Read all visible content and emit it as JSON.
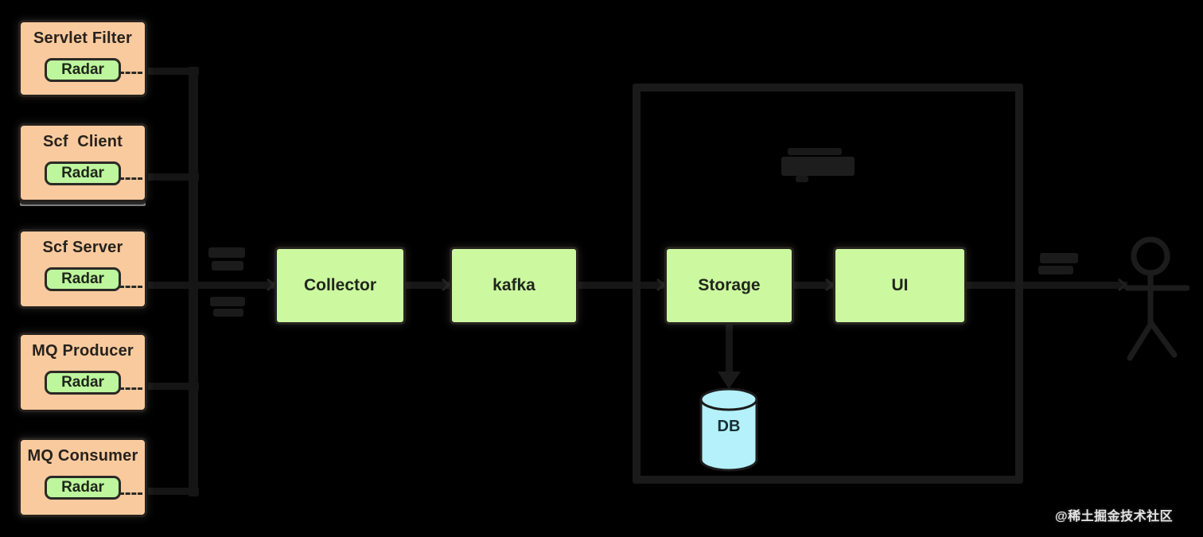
{
  "diagram": {
    "agents": [
      {
        "title": "Servlet Filter",
        "badge": "Radar"
      },
      {
        "title": "Scf  Client",
        "badge": "Radar"
      },
      {
        "title": "Scf Server",
        "badge": "Radar"
      },
      {
        "title": "MQ Producer",
        "badge": "Radar"
      },
      {
        "title": "MQ Consumer",
        "badge": "Radar"
      }
    ],
    "pipeline": {
      "collector_label": "Collector",
      "kafka_label": "kafka"
    },
    "platform": {
      "storage_label": "Storage",
      "ui_label": "UI",
      "db_label": "DB"
    },
    "actor": "stick-figure-user",
    "watermark": "@稀土掘金技术社区"
  },
  "colors": {
    "background": "#000000",
    "agent_fill": "#f9ca9e",
    "green_fill": "#ccf8a0",
    "radar_fill": "#bdf69d",
    "db_fill": "#b4f1fa",
    "wire": "#161616",
    "watermark_text": "#e4e4e4"
  }
}
